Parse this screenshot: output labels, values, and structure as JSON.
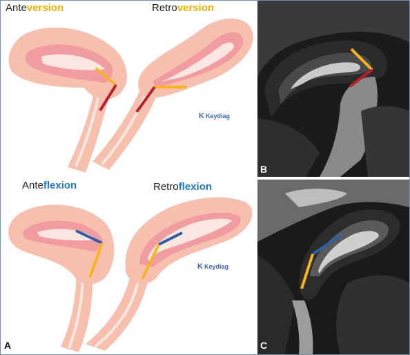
{
  "panels": {
    "a_top_left": {
      "prefix": "Ante",
      "emphasis": "version"
    },
    "a_top_right": {
      "prefix": "Retro",
      "emphasis": "version"
    },
    "a_bot_left": {
      "prefix": "Ante",
      "emphasis": "flexion"
    },
    "a_bot_right": {
      "prefix": "Retro",
      "emphasis": "flexion"
    }
  },
  "watermark": {
    "symbol": "K",
    "text": "Keydiag"
  },
  "letters": {
    "a": "A",
    "b": "B",
    "c": "C"
  },
  "colors": {
    "uterus_outer": "#f6bfae",
    "uterus_wall": "#f19ca0",
    "cavity": "#fbe6e2",
    "version_line_fundus": "#f6b51e",
    "version_line_cervix": "#b81f2a",
    "flexion_line_fundus": "#2f5fa3",
    "flexion_line_cervix": "#f6b51e"
  }
}
